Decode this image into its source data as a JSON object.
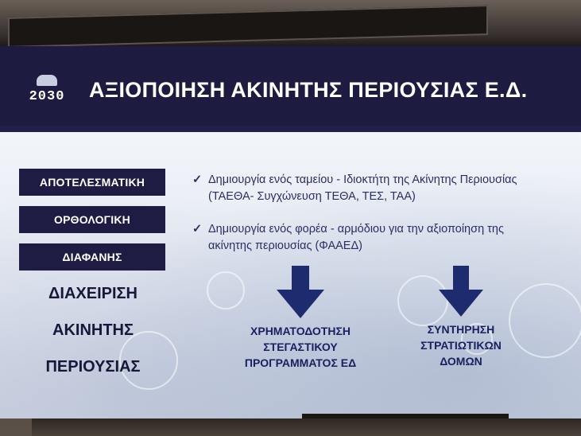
{
  "header": {
    "logo_text": "2030",
    "title": "ΑΞΙΟΠΟΙΗΣΗ ΑΚΙΝΗΤΗΣ ΠΕΡΙΟΥΣΙΑΣ Ε.Δ."
  },
  "left": {
    "pills": [
      "ΑΠΟΤΕΛΕΣΜΑΤΙΚΗ",
      "ΟΡΘΟΛΟΓΙΚΗ",
      "ΔΙΑΦΑΝΗΣ"
    ],
    "labels": [
      "ΔΙΑΧΕΙΡΙΣΗ",
      "ΑΚΙΝΗΤΗΣ",
      "ΠΕΡΙΟΥΣΙΑΣ"
    ]
  },
  "bullets": [
    {
      "icon": "check-icon",
      "line1": "Δημιουργία ενός ταμείου  - Ιδιοκτήτη της Ακίνητης Περιουσίας",
      "line2": "(ΤΑΕΘΑ- Συγχώνευση ΤΕΘΑ, ΤΕΣ, ΤΑΑ)"
    },
    {
      "icon": "check-icon",
      "line1": "Δημιουργία ενός φορέα - αρμόδιου για την αξιοποίηση της",
      "line2": "ακίνητης περιουσίας (ΦΑΑΕΔ)"
    }
  ],
  "outcomes": [
    {
      "lines": [
        "ΧΡΗΜΑΤΟΔΟΤΗΣΗ",
        "ΣΤΕΓΑΣΤΙΚΟΥ",
        "ΠΡΟΓΡΑΜΜΑΤΟΣ ΕΔ"
      ]
    },
    {
      "lines": [
        "ΣΥΝΤΗΡΗΣΗ",
        "ΣΤΡΑΤΙΩΤΙΚΩΝ",
        "ΔΟΜΩΝ"
      ]
    }
  ],
  "colors": {
    "header_bg": "#1d1b3f",
    "pill_bg": "#1e1c42",
    "arrow": "#1e2b6e",
    "bullet_text": "#2a2f63",
    "outcome_text": "#1a2060"
  }
}
